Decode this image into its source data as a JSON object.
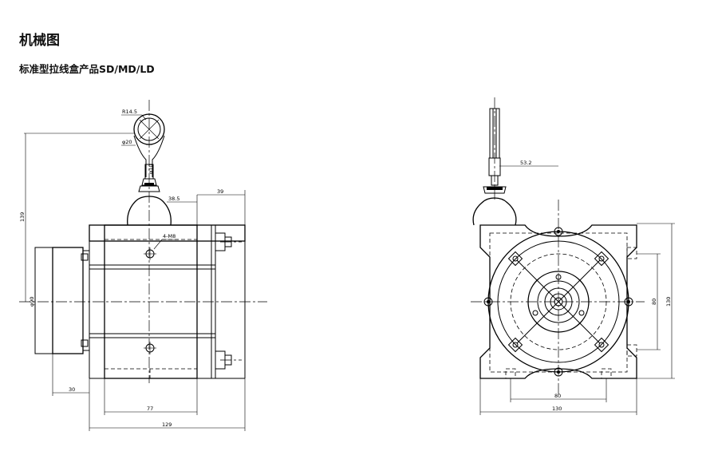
{
  "header": {
    "title": "机械图",
    "subtitle": "标准型拉线盒产品SD/MD/LD"
  },
  "side_view": {
    "dims": {
      "r_eye": "R14.5",
      "d_eye": "φ20",
      "d_pin": "φ10",
      "offset_38": "38.5",
      "width_39": "39",
      "height_139": "139",
      "d_drum": "φ90",
      "thread": "4-M8",
      "width_30": "30",
      "width_77": "77",
      "width_129": "129"
    }
  },
  "front_view": {
    "dims": {
      "offset_53": "53.2",
      "h_80": "80",
      "h_130": "130",
      "w_80": "80",
      "w_130": "130"
    }
  }
}
